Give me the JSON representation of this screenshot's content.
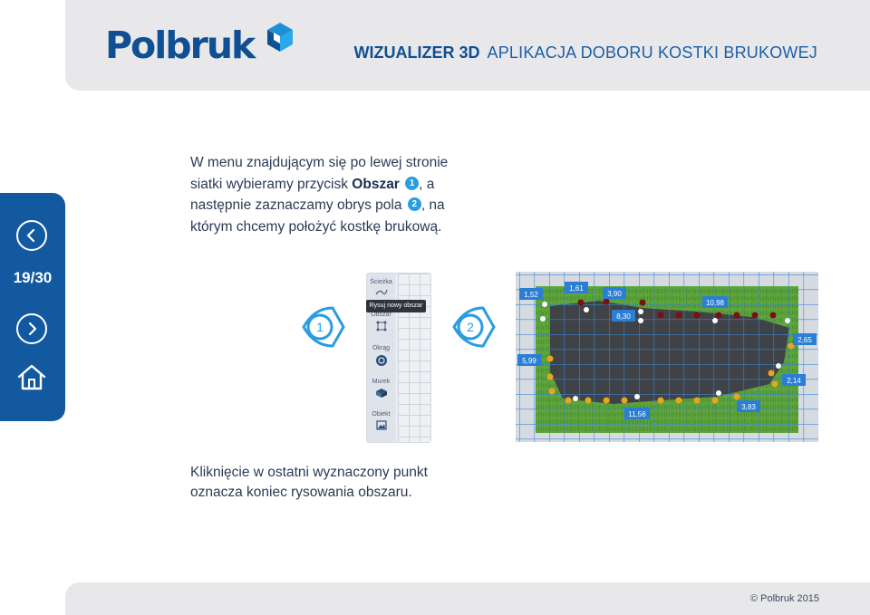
{
  "header": {
    "logo_text": "Polbruk",
    "title_strong": "WIZUALIZER 3D",
    "title_light": "APLIKACJA DOBORU KOSTKI BRUKOWEJ"
  },
  "sidebar": {
    "page_counter": "19/30",
    "prev_icon": "chevron-left-icon",
    "next_icon": "chevron-right-icon",
    "home_icon": "home-icon"
  },
  "instruction": {
    "line_a": "W menu znajdującym się po lewej stronie siatki wybieramy przycisk",
    "bold_term": "Obszar",
    "badge_1": "1",
    "line_b": ", a następnie zaznaczamy obrys pola",
    "badge_2": "2",
    "line_c": ", na którym chcemy położyć kostkę brukową."
  },
  "menu": {
    "items": [
      {
        "label": "Ścieżka",
        "icon": "path-icon"
      },
      {
        "label": "Obszar",
        "icon": "area-icon"
      },
      {
        "label": "Okrąg",
        "icon": "circle-icon"
      },
      {
        "label": "Murek",
        "icon": "wall-icon"
      },
      {
        "label": "Obiekt",
        "icon": "object-icon"
      }
    ],
    "tooltip": "Rysuj nowy obszar"
  },
  "markers": {
    "step1": "1",
    "step2": "2"
  },
  "map": {
    "dimensions": [
      "1,52",
      "1,61",
      "3,90",
      "8,30",
      "10,98",
      "2,65",
      "5,99",
      "2,14",
      "3,83",
      "11,56"
    ]
  },
  "note": {
    "text": "Kliknięcie w ostatni wyznaczony punkt oznacza koniec rysowania obszaru."
  },
  "footer": {
    "copyright": "© Polbruk 2015"
  },
  "colors": {
    "brand": "#0f4f92",
    "accent": "#2a9de0",
    "sidebar": "#1259a0"
  }
}
